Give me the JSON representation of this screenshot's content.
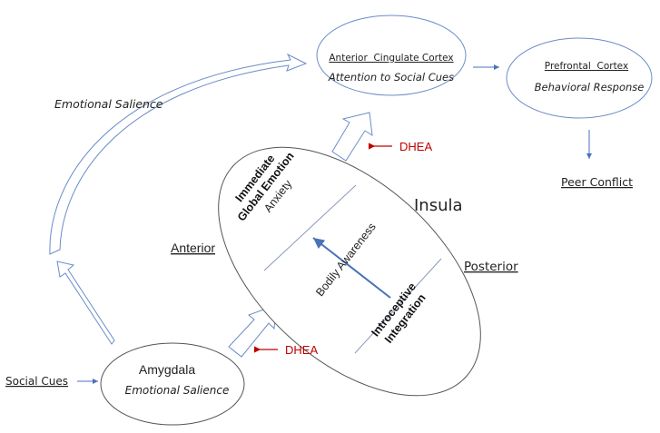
{
  "nodes": {
    "acc": {
      "title": "Anterior  Cingulate Cortex",
      "subtitle": "Attention to Social Cues"
    },
    "pfc": {
      "title": "Prefrontal  Cortex",
      "subtitle": "Behavioral Response"
    },
    "amygdala": {
      "title": "Amygdala",
      "subtitle": "Emotional Salience"
    },
    "insula": {
      "label": "Insula",
      "anterior_label": "Anterior",
      "posterior_label": "Posterior",
      "top_section_line1": "Immediate",
      "top_section_line2": "Global Emotion",
      "top_section_sub": "Anxiety",
      "middle_section": "Bodily Awareness",
      "bottom_section_line1": "Introceptive",
      "bottom_section_line2": "Integration"
    }
  },
  "labels": {
    "social_cues": "Social Cues",
    "peer_conflict": "Peer Conflict",
    "emotional_salience_path": "Emotional Salience",
    "dhea_upper": "DHEA",
    "dhea_lower": "DHEA"
  },
  "colors": {
    "arrow_blue": "#5b7fbf",
    "dhea_red": "#c00000",
    "ellipse_stroke": "#555555"
  }
}
